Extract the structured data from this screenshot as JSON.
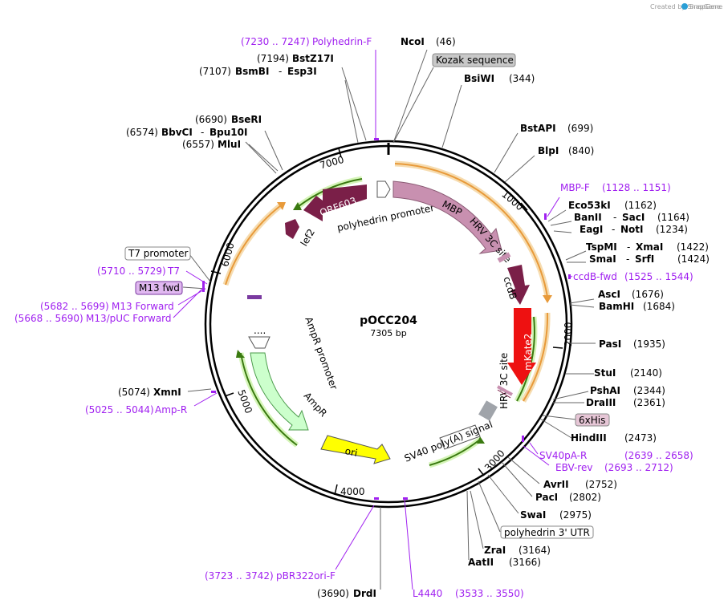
{
  "credit": "Created by SnapGene",
  "plasmid": {
    "name": "pOCC204",
    "size": "7305 bp"
  },
  "sites": {
    "ncoi": {
      "name": "NcoI",
      "pos": "(46)"
    },
    "bsiwi": {
      "name": "BsiWI",
      "pos": "(344)"
    },
    "bstapi": {
      "name": "BstAPI",
      "pos": "(699)"
    },
    "blpi": {
      "name": "BlpI",
      "pos": "(840)"
    },
    "eco53ki": {
      "name": "Eco53kI",
      "pos": "(1162)"
    },
    "banii": {
      "name": "BanII",
      "name2": "SacI",
      "pos": "(1164)"
    },
    "eagi": {
      "name": "EagI",
      "name2": "NotI",
      "pos": "(1234)"
    },
    "tspmi": {
      "name": "TspMI",
      "name2": "XmaI",
      "pos": "(1422)"
    },
    "smai": {
      "name": "SmaI",
      "name2": "SrfI",
      "pos": "(1424)"
    },
    "asci": {
      "name": "AscI",
      "pos": "(1676)"
    },
    "bamhi": {
      "name": "BamHI",
      "pos": "(1684)"
    },
    "pasi": {
      "name": "PasI",
      "pos": "(1935)"
    },
    "stui": {
      "name": "StuI",
      "pos": "(2140)"
    },
    "pshai": {
      "name": "PshAI",
      "pos": "(2344)"
    },
    "draiii": {
      "name": "DraIII",
      "pos": "(2361)"
    },
    "hindiii": {
      "name": "HindIII",
      "pos": "(2473)"
    },
    "avrii": {
      "name": "AvrII",
      "pos": "(2752)"
    },
    "paci": {
      "name": "PacI",
      "pos": "(2802)"
    },
    "swai": {
      "name": "SwaI",
      "pos": "(2975)"
    },
    "zrai": {
      "name": "ZraI",
      "pos": "(3164)"
    },
    "aatii": {
      "name": "AatII",
      "pos": "(3166)"
    },
    "drdi": {
      "name": "DrdI",
      "pos": "(3690)"
    },
    "xmni": {
      "name": "XmnI",
      "pos": "(5074)"
    },
    "mlui": {
      "name": "MluI",
      "pos": "(6557)"
    },
    "bbvci": {
      "name": "BbvCI",
      "name2": "Bpu10I",
      "pos": "(6574)"
    },
    "seri": {
      "name": "BseRI",
      "pos": "(6690)"
    },
    "bsmbi": {
      "name": "BsmBI",
      "name2": "Esp3I",
      "pos": "(7107)"
    },
    "bstz17i": {
      "name": "BstZ17I",
      "pos": "(7194)"
    }
  },
  "primers": {
    "polyhedrin_f": {
      "range": "(7230 .. 7247)",
      "name": "Polyhedrin-F"
    },
    "mbp_f": {
      "name": "MBP-F",
      "range": "(1128 .. 1151)"
    },
    "ccdb_fwd": {
      "name": "ccdB-fwd",
      "range": "(1525 .. 1544)"
    },
    "sv40pa_r": {
      "name": "SV40pA-R",
      "range": "(2639 .. 2658)"
    },
    "ebv_rev": {
      "name": "EBV-rev",
      "range": "(2693 .. 2712)"
    },
    "l4440": {
      "name": "L4440",
      "range": "(3533 .. 3550)"
    },
    "pbr322ori_f": {
      "range": "(3723 .. 3742)",
      "name": "pBR322ori-F"
    },
    "amp_r": {
      "range": "(5025 .. 5044)",
      "name": "Amp-R"
    },
    "m13_forward": {
      "range": "(5682 .. 5699)",
      "name": "M13 Forward"
    },
    "m13_puc": {
      "range": "(5668 .. 5690)",
      "name": "M13/pUC Forward"
    },
    "t7": {
      "range": "(5710 .. 5729)",
      "name": "T7"
    }
  },
  "boxed": {
    "kozak": "Kozak sequence",
    "sixhis": "6xHis",
    "polyhedrin_utr": "polyhedrin 3' UTR",
    "t7_promoter": "T7 promoter",
    "m13_fwd": "M13 fwd"
  },
  "features": {
    "orf603": "ORF603",
    "polyhedrin_promoter": "polyhedrin promoter",
    "lef2": "lef2",
    "mbp": "MBP",
    "hrv3c_1": "HRV 3C site",
    "ccdb": "ccdB",
    "mkate2": "mKate2",
    "hrv3c_2": "HRV 3C site",
    "sv40": "SV40 poly(A) signal",
    "ampr_promoter": "AmpR promoter",
    "ampr": "AmpR",
    "ori": "ori"
  },
  "ticks": {
    "t1000": "1000",
    "t2000": "2000",
    "t3000": "3000",
    "t4000": "4000",
    "t5000": "5000",
    "t6000": "6000",
    "t7000": "7000"
  },
  "colors": {
    "primer": "#a020f0",
    "orf": "#7a1f48",
    "mbp": "#c890b0",
    "mkate2": "#ee1111",
    "ampr": "#ccffcc",
    "ori": "#ffff00",
    "orange_arc": "#e89a3a",
    "green_arc": "#3a7a10"
  }
}
